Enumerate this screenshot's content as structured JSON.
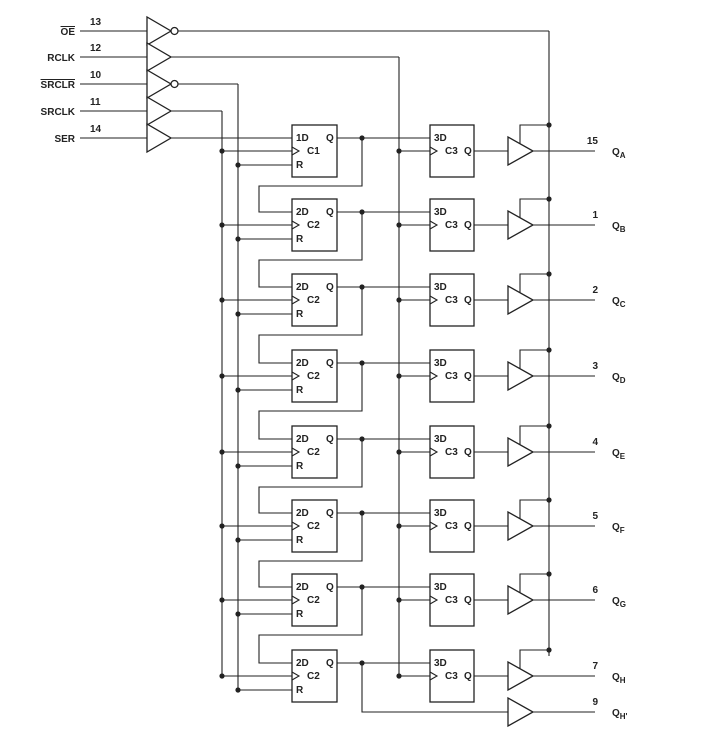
{
  "inputs": [
    {
      "name": "OE",
      "pin": "13",
      "overline": true
    },
    {
      "name": "RCLK",
      "pin": "12",
      "overline": false
    },
    {
      "name": "SRCLR",
      "pin": "10",
      "overline": true
    },
    {
      "name": "SRCLK",
      "pin": "11",
      "overline": false
    },
    {
      "name": "SER",
      "pin": "14",
      "overline": false
    }
  ],
  "shift_stages": [
    {
      "d": "1D",
      "c": "C1",
      "q": "Q",
      "r": "R"
    },
    {
      "d": "2D",
      "c": "C2",
      "q": "Q",
      "r": "R"
    },
    {
      "d": "2D",
      "c": "C2",
      "q": "Q",
      "r": "R"
    },
    {
      "d": "2D",
      "c": "C2",
      "q": "Q",
      "r": "R"
    },
    {
      "d": "2D",
      "c": "C2",
      "q": "Q",
      "r": "R"
    },
    {
      "d": "2D",
      "c": "C2",
      "q": "Q",
      "r": "R"
    },
    {
      "d": "2D",
      "c": "C2",
      "q": "Q",
      "r": "R"
    },
    {
      "d": "2D",
      "c": "C2",
      "q": "Q",
      "r": "R"
    }
  ],
  "storage_stages": [
    {
      "d": "3D",
      "c": "C3",
      "q": "Q"
    },
    {
      "d": "3D",
      "c": "C3",
      "q": "Q"
    },
    {
      "d": "3D",
      "c": "C3",
      "q": "Q"
    },
    {
      "d": "3D",
      "c": "C3",
      "q": "Q"
    },
    {
      "d": "3D",
      "c": "C3",
      "q": "Q"
    },
    {
      "d": "3D",
      "c": "C3",
      "q": "Q"
    },
    {
      "d": "3D",
      "c": "C3",
      "q": "Q"
    },
    {
      "d": "3D",
      "c": "C3",
      "q": "Q"
    }
  ],
  "outputs": [
    {
      "pin": "15",
      "name": "Q",
      "sub": "A"
    },
    {
      "pin": "1",
      "name": "Q",
      "sub": "B"
    },
    {
      "pin": "2",
      "name": "Q",
      "sub": "C"
    },
    {
      "pin": "3",
      "name": "Q",
      "sub": "D"
    },
    {
      "pin": "4",
      "name": "Q",
      "sub": "E"
    },
    {
      "pin": "5",
      "name": "Q",
      "sub": "F"
    },
    {
      "pin": "6",
      "name": "Q",
      "sub": "G"
    },
    {
      "pin": "7",
      "name": "Q",
      "sub": "H"
    },
    {
      "pin": "9",
      "name": "Q",
      "sub": "H'"
    }
  ]
}
